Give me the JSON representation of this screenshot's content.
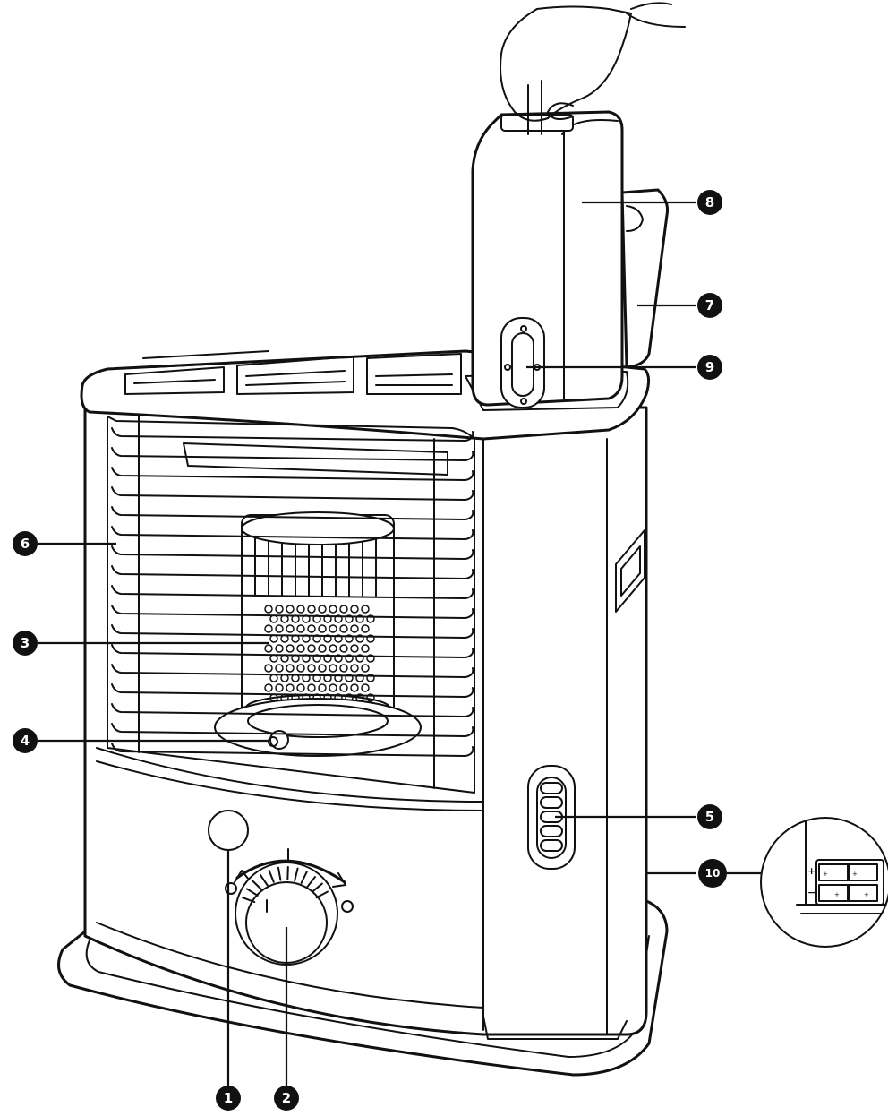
{
  "diagram": {
    "callouts": [
      {
        "number": "1",
        "target": "ignition-button"
      },
      {
        "number": "2",
        "target": "flame-adjust-knob"
      },
      {
        "number": "3",
        "target": "burner-chimney"
      },
      {
        "number": "4",
        "target": "wick-igniter"
      },
      {
        "number": "5",
        "target": "fuel-gauge-window"
      },
      {
        "number": "6",
        "target": "safety-grill"
      },
      {
        "number": "7",
        "target": "tank-lid"
      },
      {
        "number": "8",
        "target": "removable-fuel-tank"
      },
      {
        "number": "9",
        "target": "tank-fuel-gauge"
      },
      {
        "number": "10",
        "target": "battery-compartment"
      }
    ],
    "battery_inset": {
      "plus_sign": "+",
      "minus_sign": "−",
      "cell_plus": "+"
    }
  }
}
